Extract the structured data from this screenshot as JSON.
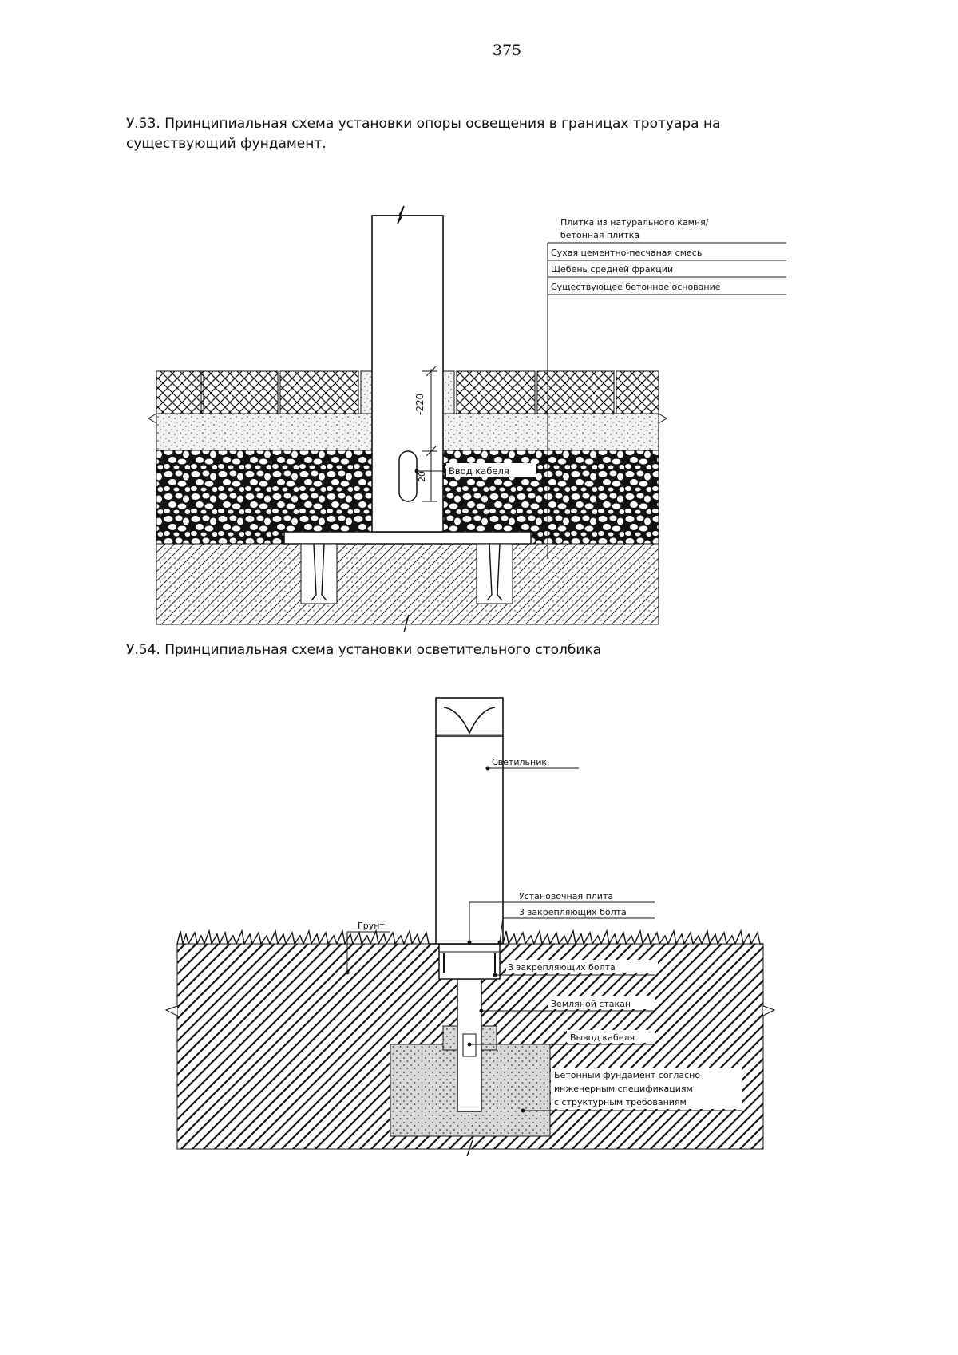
{
  "page": {
    "number": "375"
  },
  "figure53": {
    "caption": "У.53. Принципиальная схема установки опоры освещения в границах тротуара на существующий фундамент.",
    "legend": [
      "Плитка из натурального камня/",
      "бетонная плитка",
      "Сухая цементно-песчаная смесь",
      "Щебень средней фракции",
      "Существующее бетонное основание"
    ],
    "dimension": "-220",
    "dimension_small": "20",
    "cable_label": "Ввод кабеля"
  },
  "figure54": {
    "caption": "У.54. Принципиальная схема установки осветительного столбика",
    "labels": {
      "lamp": "Светильник",
      "plate": "Установочная плита",
      "bolts_top": "3 закрепляющих болта",
      "soil": "Грунт",
      "bolts_bottom": "3 закрепляющих болта",
      "earth_cup": "Земляной стакан",
      "cable_out": "Вывод кабеля",
      "foundation_1": "Бетонный фундамент согласно",
      "foundation_2": "инженерным спецификациям",
      "foundation_3": "с структурным требованиям"
    }
  }
}
